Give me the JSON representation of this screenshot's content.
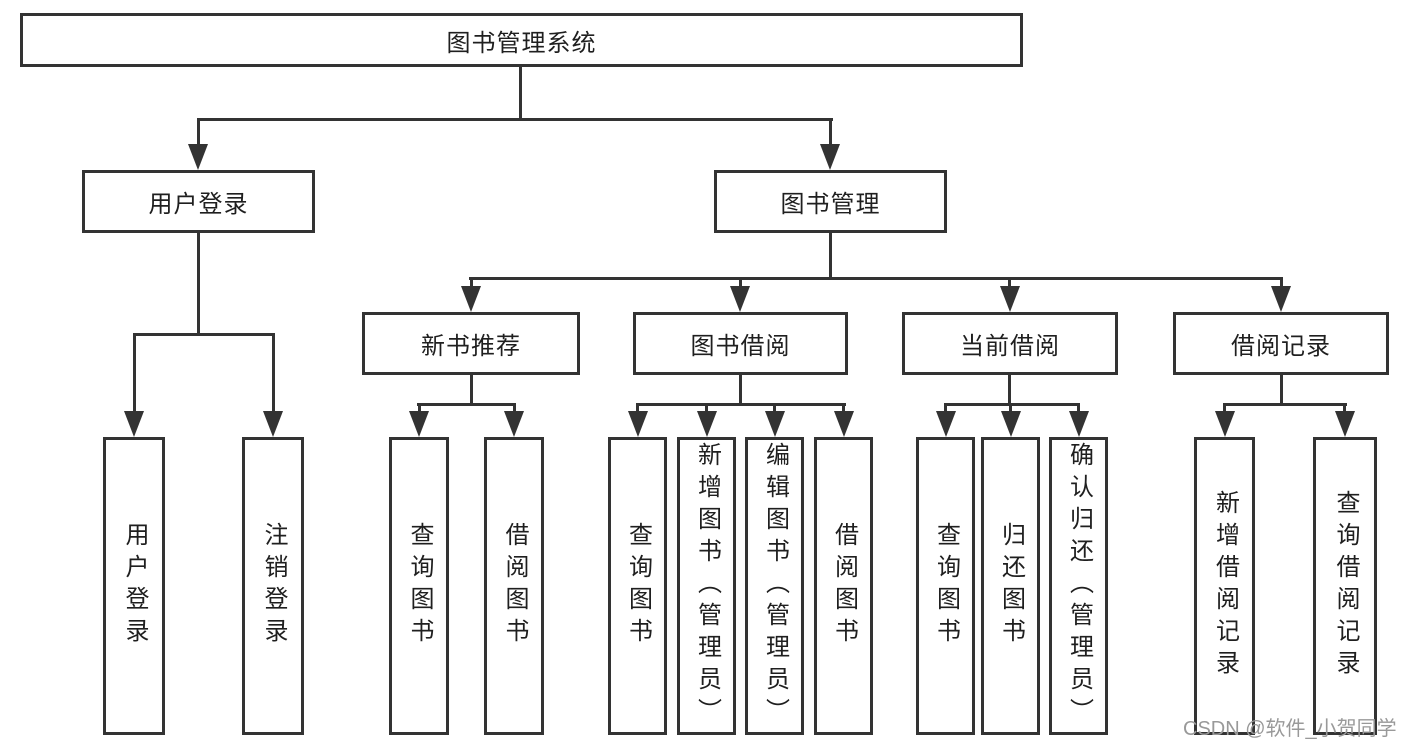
{
  "diagram": {
    "root": {
      "label": "图书管理系统"
    },
    "level2": [
      {
        "label": "用户登录"
      },
      {
        "label": "图书管理"
      }
    ],
    "level3": [
      {
        "label": "新书推荐"
      },
      {
        "label": "图书借阅"
      },
      {
        "label": "当前借阅"
      },
      {
        "label": "借阅记录"
      }
    ],
    "level4": {
      "user_login": [
        {
          "label": "用户登录"
        },
        {
          "label": "注销登录"
        }
      ],
      "new_book_recommend": [
        {
          "label": "查询图书"
        },
        {
          "label": "借阅图书"
        }
      ],
      "book_borrowing": [
        {
          "label": "查询图书"
        },
        {
          "label": "新增图书（管理员）"
        },
        {
          "label": "编辑图书（管理员）"
        },
        {
          "label": "借阅图书"
        }
      ],
      "current_borrowing": [
        {
          "label": "查询图书"
        },
        {
          "label": "归还图书"
        },
        {
          "label": "确认归还（管理员）"
        }
      ],
      "borrowing_records": [
        {
          "label": "新增借阅记录"
        },
        {
          "label": "查询借阅记录"
        }
      ]
    }
  },
  "watermark": {
    "text": "CSDN @软件_小贺同学"
  },
  "colors": {
    "line": "#333333",
    "box_border": "#333333",
    "text": "#1f1f1f",
    "watermark": "#999999",
    "background": "#ffffff"
  }
}
